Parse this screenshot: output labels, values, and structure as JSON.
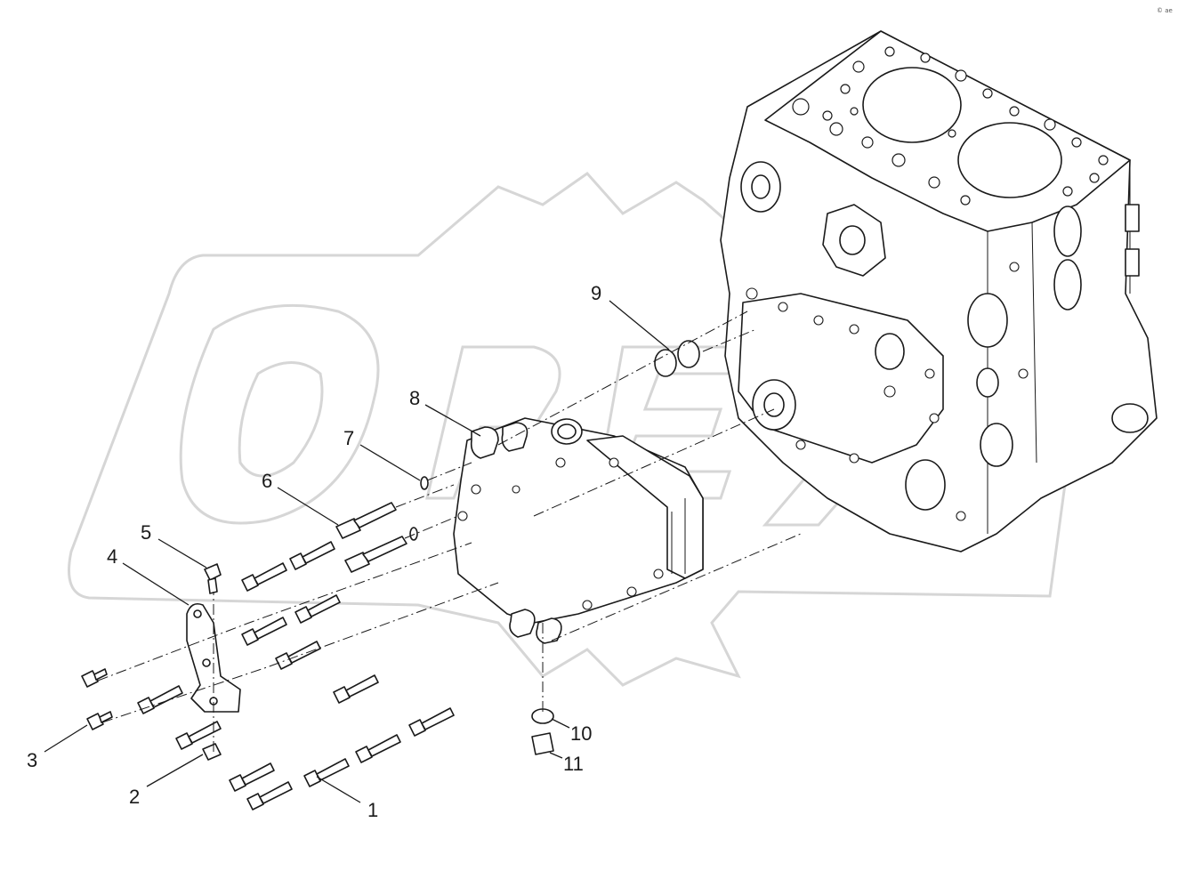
{
  "diagram": {
    "callouts": [
      {
        "id": "1",
        "text": "1"
      },
      {
        "id": "2",
        "text": "2"
      },
      {
        "id": "3",
        "text": "3"
      },
      {
        "id": "4",
        "text": "4"
      },
      {
        "id": "5",
        "text": "5"
      },
      {
        "id": "6",
        "text": "6"
      },
      {
        "id": "7",
        "text": "7"
      },
      {
        "id": "8",
        "text": "8"
      },
      {
        "id": "9",
        "text": "9"
      },
      {
        "id": "10",
        "text": "10"
      },
      {
        "id": "11",
        "text": "11"
      }
    ],
    "watermark_text": "OPEX",
    "corner_mark": "© ae"
  }
}
